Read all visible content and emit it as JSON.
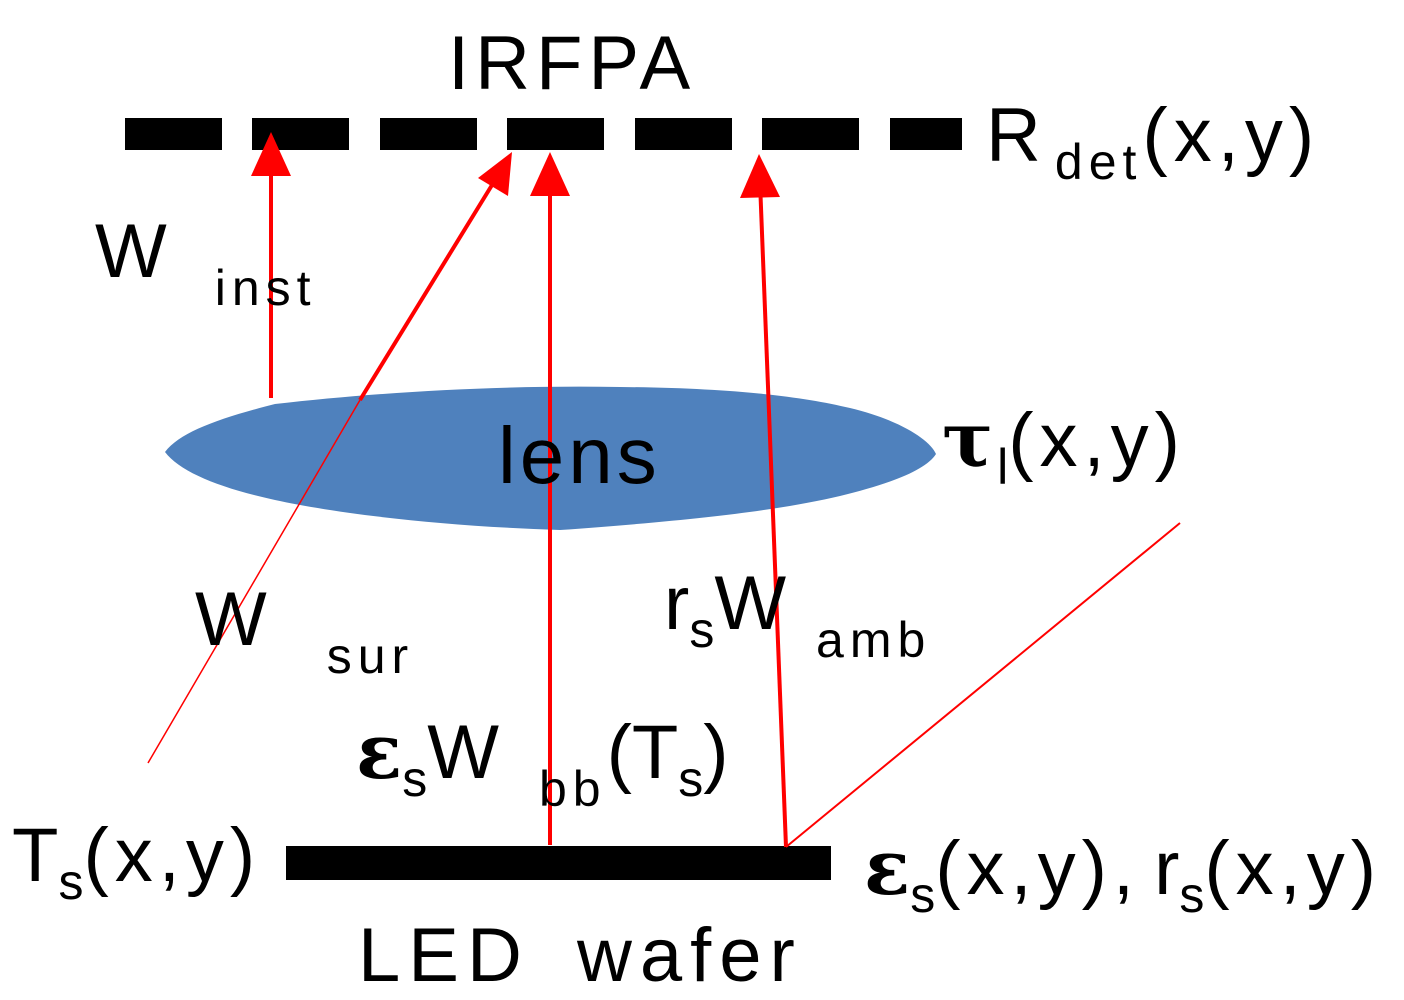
{
  "colors": {
    "ray": "#ff0000",
    "lens_fill": "#4f81bd",
    "detector": "#000000",
    "wafer": "#000000",
    "text": "#000000"
  },
  "labels": {
    "fpa_title": "IRFPA",
    "rdet_main": "R",
    "rdet_sub": "det",
    "rdet_args": "(x,y)",
    "w_inst_main": "W",
    "w_inst_sub": "inst",
    "lens_text": "lens",
    "tau_main": "τ",
    "tau_sub": "l",
    "tau_args": "(x,y)",
    "w_sur_main": "W",
    "w_sur_sub": "sur",
    "rs_prefix": "r",
    "rs_prefix_sub": "s",
    "w_amb_main": "W",
    "w_amb_sub": "amb",
    "eps_prefix": "ε",
    "eps_prefix_sub": "s",
    "w_bb_main": "W",
    "w_bb_sub": "bb",
    "w_bb_args_open": "(T",
    "w_bb_args_sub": "s",
    "w_bb_args_close": ")",
    "ts_main": "T",
    "ts_sub": "s",
    "ts_args": "(x,y)",
    "eps_right_main": "ε",
    "eps_right_sub": "s",
    "eps_right_args": "(x,y),",
    "rs_right_main": "r",
    "rs_right_sub": "s",
    "rs_right_args": "(x,y)",
    "wafer_label": "LED wafer"
  }
}
